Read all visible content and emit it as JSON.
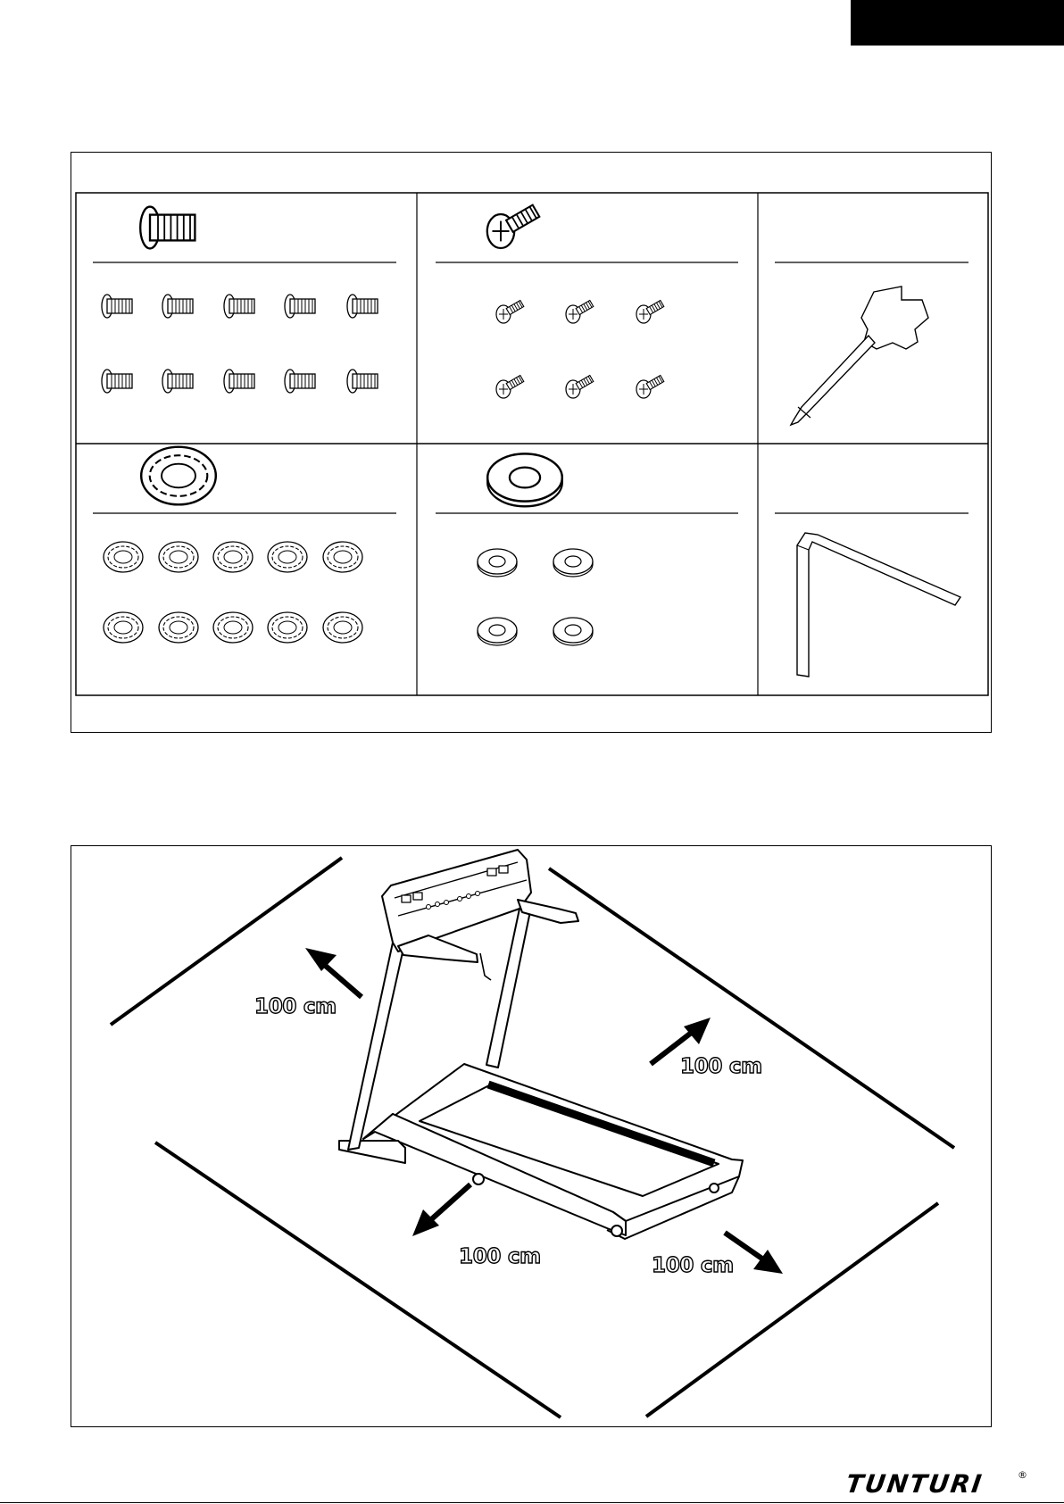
{
  "clearance": {
    "labels": [
      "100 cm",
      "100 cm",
      "100 cm",
      "100 cm"
    ]
  },
  "brand": {
    "name": "TUNTURI",
    "registered": "®"
  },
  "parts": {
    "bolt_m8_count": 10,
    "screw_phillips_count": 6,
    "lock_washer_count": 10,
    "flat_washer_count": 4
  },
  "icons": [
    "bolt-icon",
    "phillips-screw-icon",
    "wrench-screwdriver-icon",
    "lock-washer-icon",
    "flat-washer-icon",
    "allen-key-icon",
    "treadmill-illustration",
    "arrow-icon"
  ]
}
